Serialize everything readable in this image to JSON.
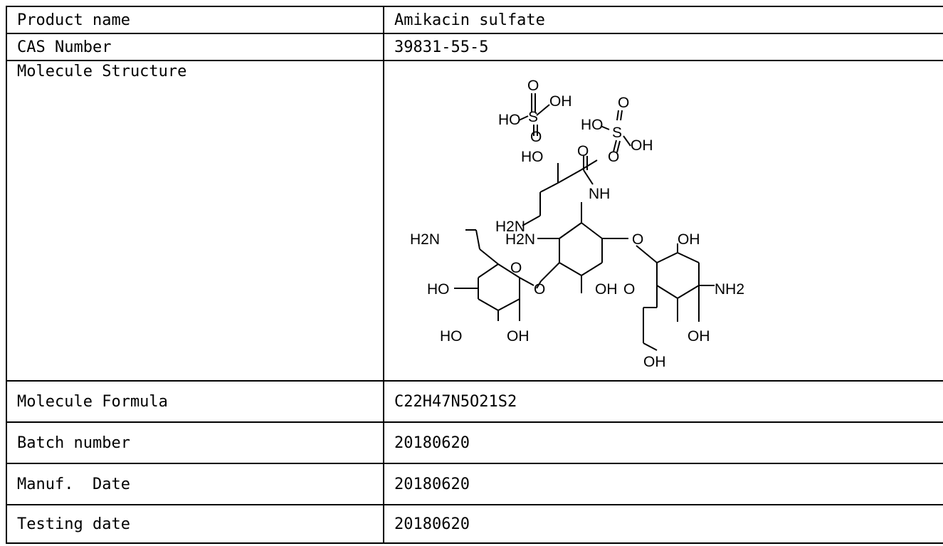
{
  "rows": {
    "product_name": {
      "label": "Product name",
      "value": "Amikacin sulfate"
    },
    "cas_number": {
      "label": "CAS Number",
      "value": "39831-55-5"
    },
    "molecule_structure": {
      "label": "Molecule Structure"
    },
    "molecule_formula": {
      "label": "Molecule Formula",
      "value": "C22H47N5O21S2"
    },
    "batch_number": {
      "label": "Batch number",
      "value": "20180620"
    },
    "manuf_date": {
      "label": "Manuf.  Date",
      "value": "20180620"
    },
    "testing_date": {
      "label": "Testing date",
      "value": "20180620"
    }
  },
  "structure_labels": {
    "o": "O",
    "oh": "OH",
    "ho": "HO",
    "s": "S",
    "h2n": "H2N",
    "nh": "NH",
    "nh2": "NH2"
  }
}
